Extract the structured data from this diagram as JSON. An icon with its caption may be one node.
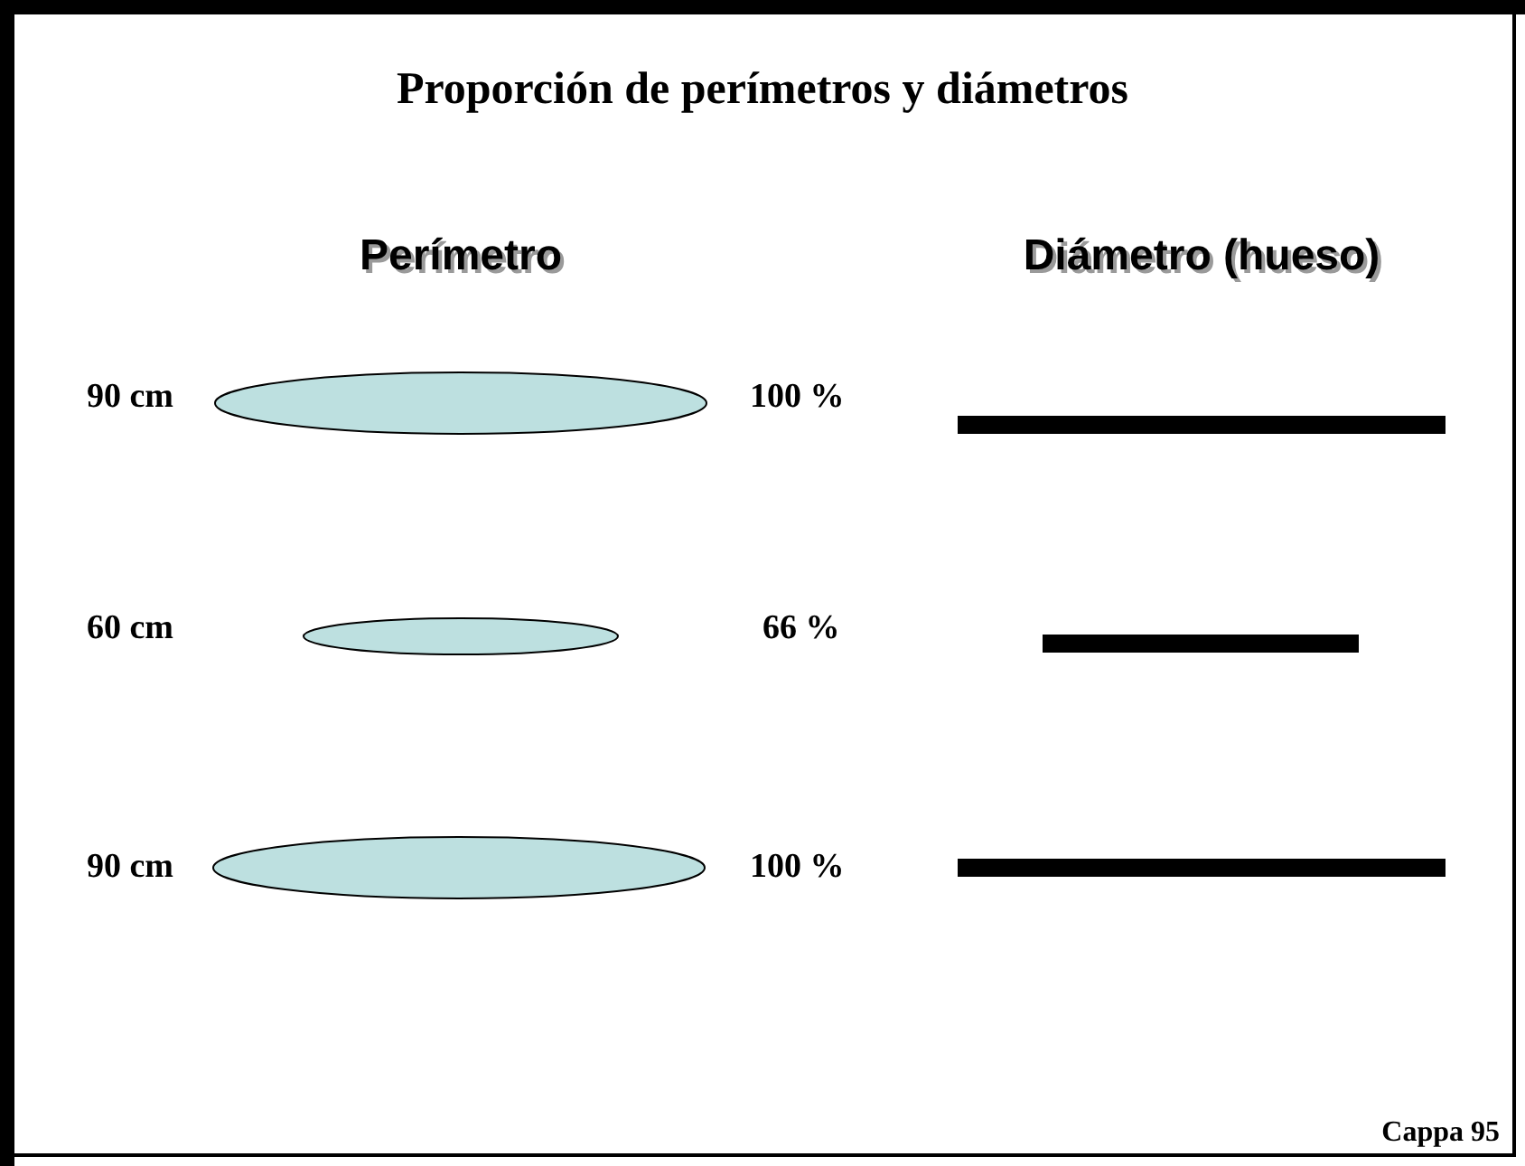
{
  "diagram": {
    "title": "Proporción de perímetros y diámetros",
    "nodes": [
      {
        "text": [],
        "shape": "ellipse"
      },
      {
        "text": [],
        "shape": "bar"
      },
      {
        "text": [],
        "shape": "ellipse"
      },
      {
        "text": [],
        "shape": "bar"
      },
      {
        "text": [],
        "shape": "ellipse"
      },
      {
        "text": [],
        "shape": "bar"
      }
    ],
    "labels": [
      "Perímetro",
      "Diámetro (hueso)",
      "90 cm",
      "100 %",
      "60 cm",
      "66 %",
      "90 cm",
      "100 %",
      "Cappa 95"
    ]
  }
}
